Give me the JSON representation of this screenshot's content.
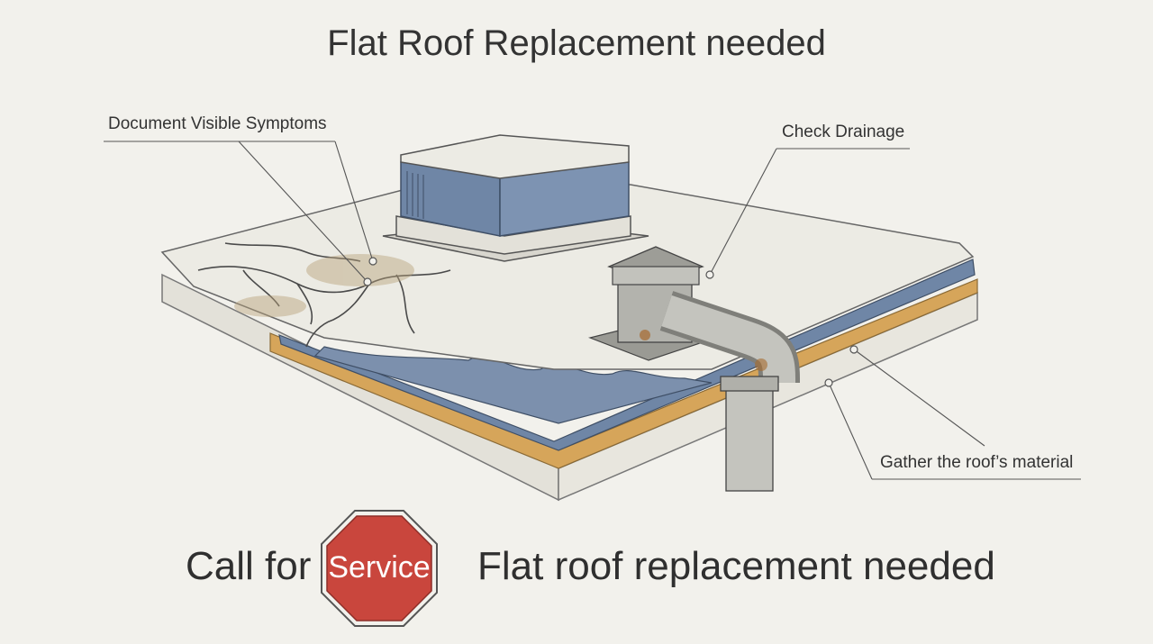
{
  "title": "Flat Roof Replacement needed",
  "callouts": {
    "symptoms": "Document Visible Symptoms",
    "drainage": "Check Drainage",
    "material": "Gather the roof’s material"
  },
  "footer": {
    "prefix": "Call for",
    "sign_text": "Service",
    "message": "Flat roof replacement needed"
  },
  "colors": {
    "membrane_blue": "#6f86a6",
    "insulation_orange": "#d6a55a",
    "stop_red": "#c9463d",
    "roof_white": "#ecebe4"
  }
}
